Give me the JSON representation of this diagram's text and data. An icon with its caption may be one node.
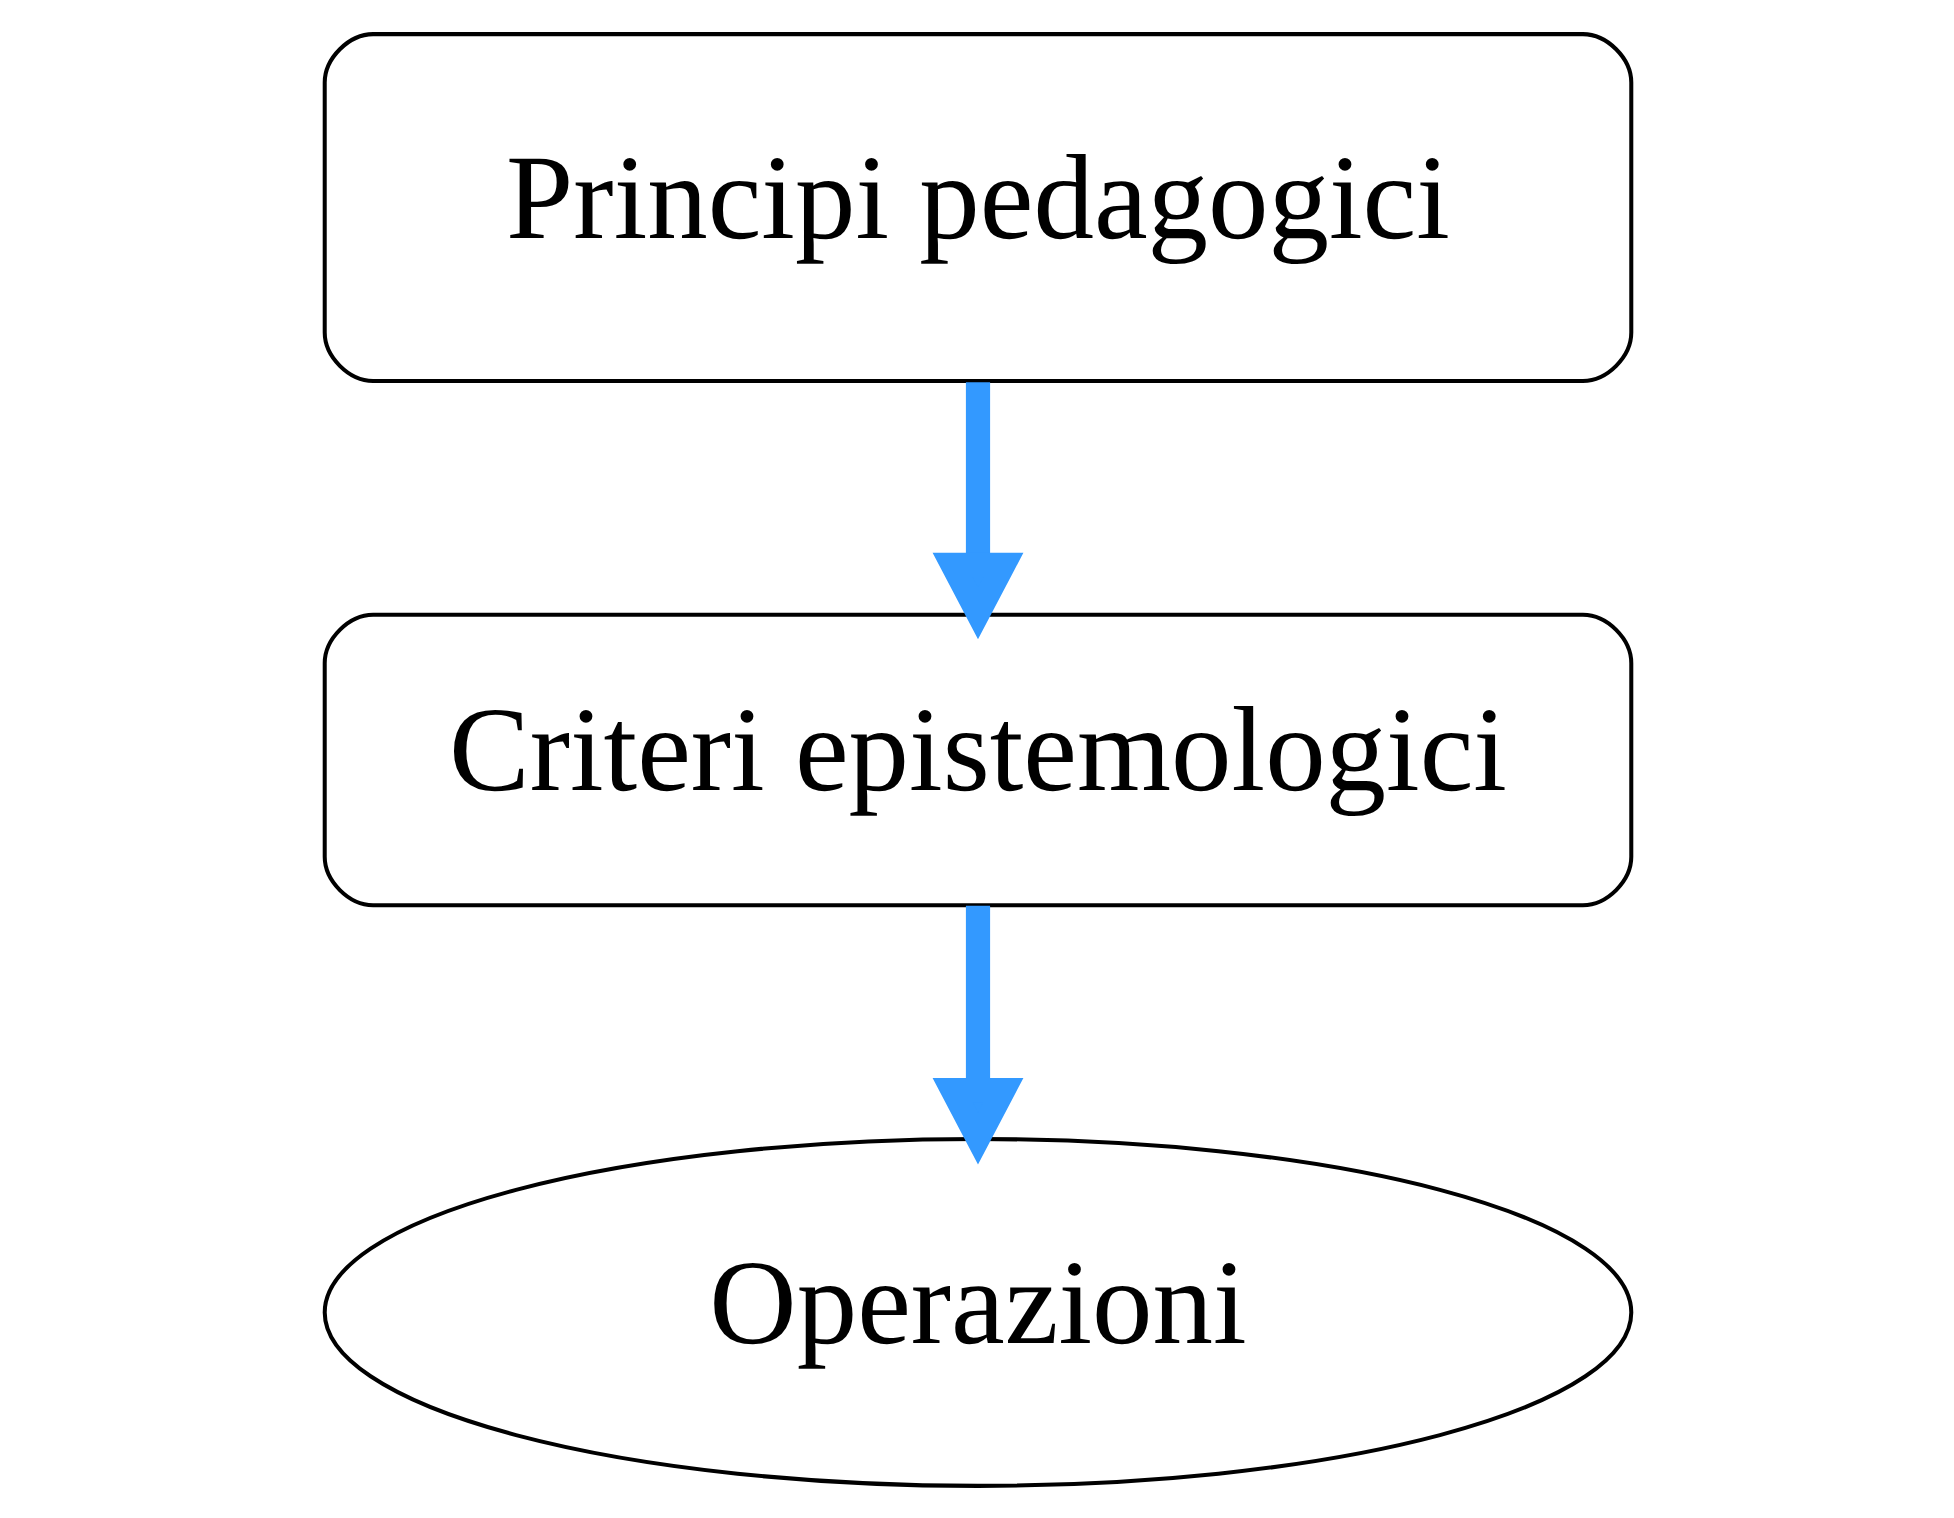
{
  "diagram": {
    "nodes": [
      {
        "text": [
          "Principi pedagogici"
        ]
      },
      {
        "text": [
          "Criteri epistemologici"
        ]
      },
      {
        "text": [
          "Operazioni"
        ]
      }
    ],
    "edges": [
      {
        "from": 0,
        "to": 1,
        "arrow": "to",
        "color": "#3399ff"
      },
      {
        "from": 1,
        "to": 2,
        "arrow": "to",
        "color": "#3399ff"
      }
    ]
  }
}
